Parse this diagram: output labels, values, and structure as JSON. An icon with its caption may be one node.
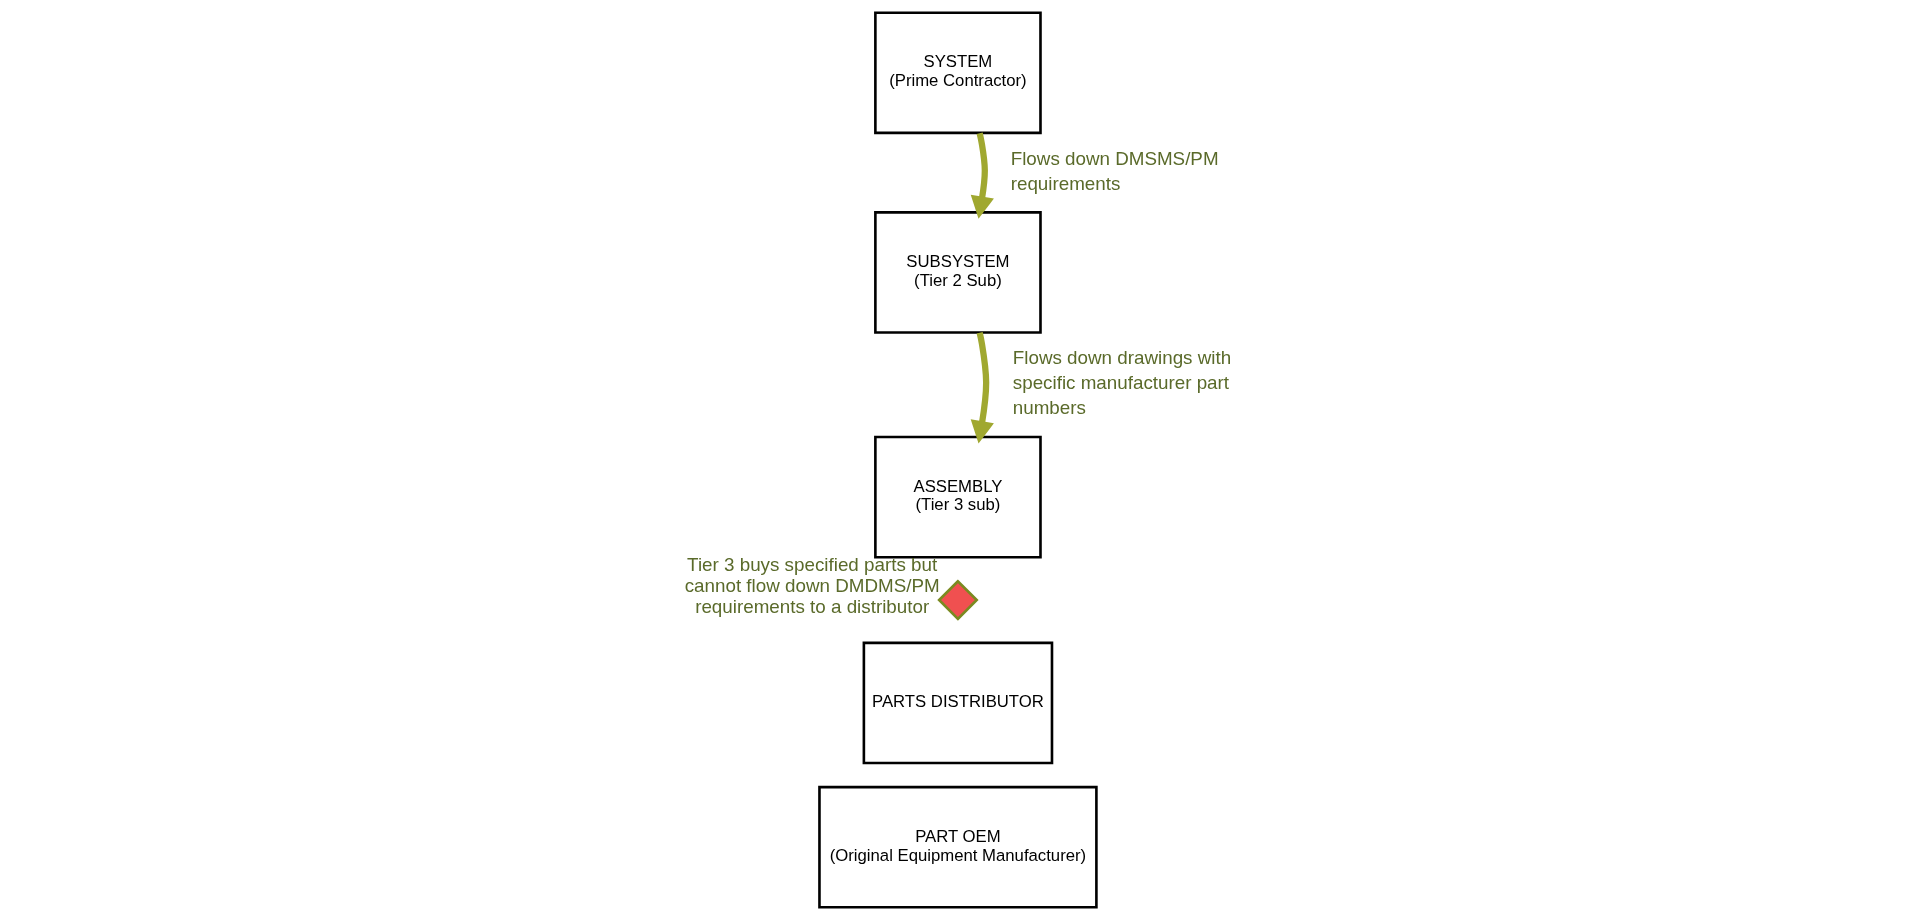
{
  "diagram": {
    "nodes": [
      {
        "text": [
          "SYSTEM",
          "(Prime Contractor)"
        ]
      },
      {
        "text": [
          "SUBSYSTEM",
          "(Tier 2 Sub)"
        ]
      },
      {
        "text": [
          "ASSEMBLY",
          "(Tier 3 sub)"
        ]
      },
      {
        "text": [],
        "shape": "cross",
        "beside": [
          "Tier 3 buys specified parts but cannot flow down DMDMS/PM requirements to a distributor"
        ]
      },
      {
        "text": [
          "PARTS DISTRIBUTOR"
        ]
      },
      {
        "text": [
          "PART OEM",
          "(Original Equipment Manufacturer)"
        ]
      }
    ],
    "edges": [
      {
        "from": 0,
        "to": 1,
        "arrow": "to",
        "label": "Flows down DMSMS/PM requirements"
      },
      {
        "from": 1,
        "to": 2,
        "arrow": "to",
        "label": "Flows down drawings with specific manufacturer part numbers"
      }
    ]
  }
}
